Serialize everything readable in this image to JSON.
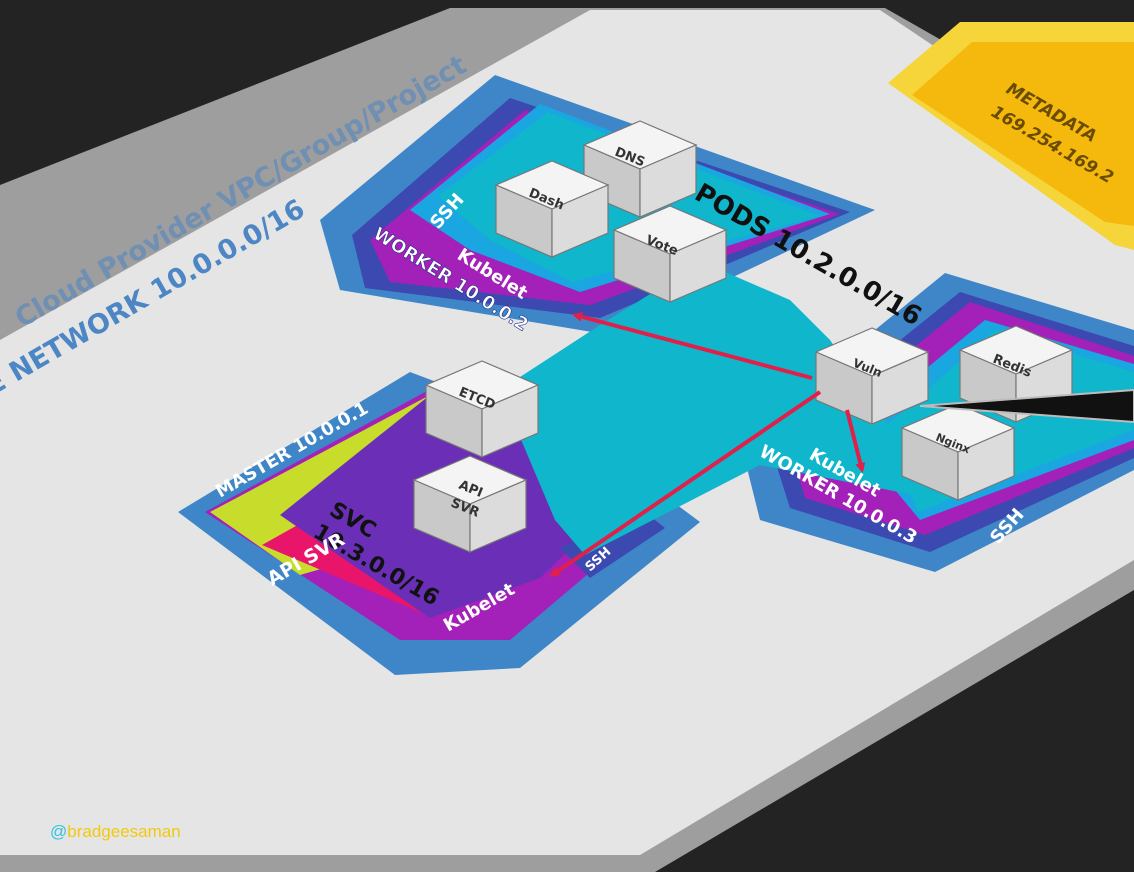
{
  "diagram": {
    "provider_label": "Cloud Provider VPC/Group/Project",
    "network_label": "E NETWORK 10.0.0.0/16",
    "metadata": {
      "label": "METADATA",
      "address": "169.254.169.2"
    },
    "pods_label": "PODS 10.2.0.0/16",
    "worker_top": {
      "label": "WORKER 10.0.0.2",
      "kubelet": "Kubelet",
      "ssh": "SSH"
    },
    "worker_right": {
      "label": "WORKER 10.0.0.3",
      "kubelet": "Kubelet",
      "ssh": "SSH"
    },
    "master": {
      "label": "MASTER 10.0.0.1",
      "svc_line1": "SVC",
      "svc_line2": "10.3.0.0/16",
      "api_svr_band": "API SVR",
      "kubelet": "Kubelet",
      "ssh": "SSH"
    },
    "pods": {
      "dns": "DNS",
      "dash": "Dash",
      "vote": "Vote",
      "vuln": "Vuln",
      "redis": "Redis",
      "nginx": "Nginx",
      "etcd": "ETCD",
      "api_line1": "API",
      "api_line2": "SVR"
    }
  },
  "credit": {
    "at": "@",
    "handle": "bradgeesaman"
  },
  "colors": {
    "background": "#232323",
    "vpc": "#9e9e9e",
    "network": "#e6e6e6",
    "node": "#3f86c8",
    "pod_network": "#0fb6cc",
    "kubelet": "#a321b8",
    "ssh": "#3b49b0",
    "svc": "#6a2fb6",
    "api_band": "#e8156b",
    "master_accent": "#c8dc2c",
    "metadata": "#f6c012",
    "arrow": "#e0204a"
  }
}
